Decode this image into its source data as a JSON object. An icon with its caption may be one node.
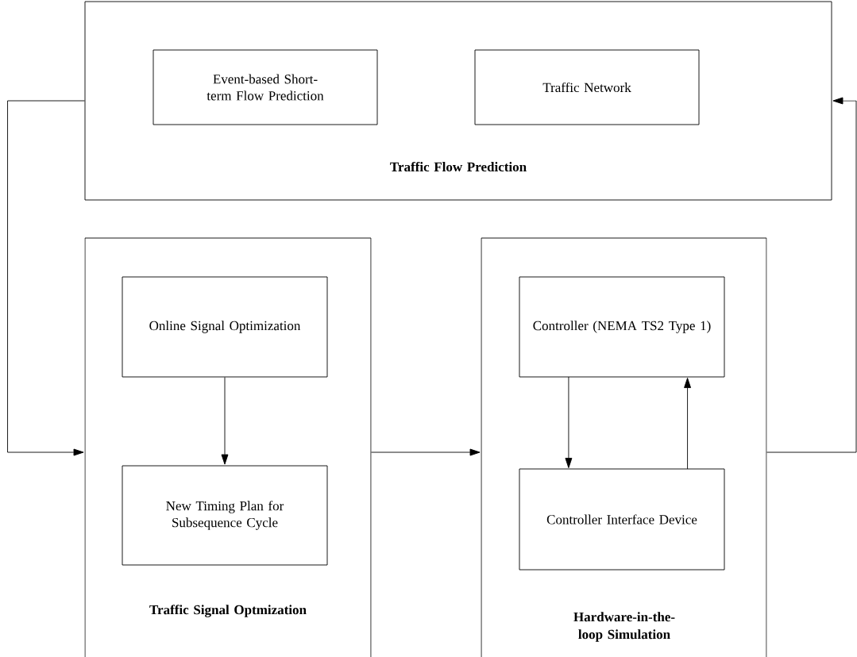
{
  "diagram": {
    "nodes": [
      {
        "text": [
          "Traffic Flow Prediction"
        ]
      },
      {
        "text": [
          "Event-based Short-term Flow Prediction"
        ],
        "in": 0
      },
      {
        "text": [
          "Traffic Network"
        ],
        "in": 0
      },
      {
        "text": [
          "Traffic Signal Optmization"
        ]
      },
      {
        "text": [
          "Online Signal Optimization"
        ],
        "in": 3
      },
      {
        "text": [
          "New Timing Plan for Subsequence Cycle"
        ],
        "in": 3
      },
      {
        "text": [
          "Hardware-in-the-loop Simulation"
        ]
      },
      {
        "text": [
          "Controller (NEMA TS2 Type 1)"
        ],
        "in": 6
      },
      {
        "text": [
          "Controller Interface Device"
        ],
        "in": 6
      }
    ],
    "edges": [
      {
        "from": 0,
        "to": 3,
        "arrow": "to"
      },
      {
        "from": 4,
        "to": 5,
        "arrow": "to"
      },
      {
        "from": 3,
        "to": 6,
        "arrow": "to"
      },
      {
        "from": 7,
        "to": 8,
        "arrow": "to"
      },
      {
        "from": 8,
        "to": 7,
        "arrow": "to"
      },
      {
        "from": 6,
        "to": 0,
        "arrow": "to"
      }
    ]
  }
}
